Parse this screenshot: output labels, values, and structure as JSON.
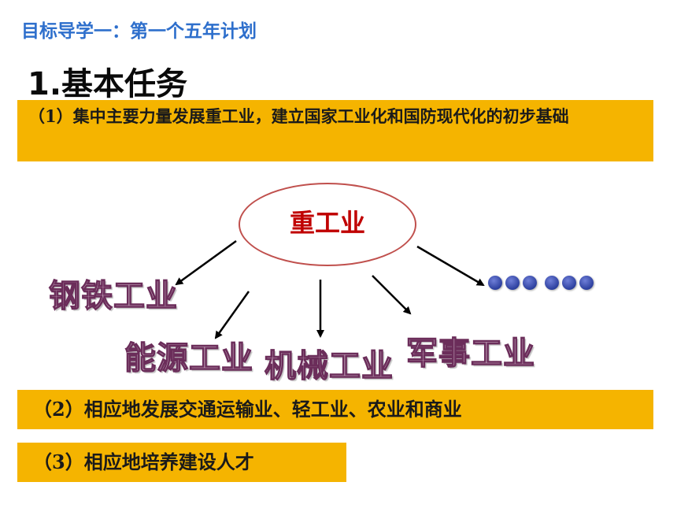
{
  "header": {
    "title": "目标导学一：第一个五年计划"
  },
  "section": {
    "title": "1.基本任务"
  },
  "tasks": [
    "（1）集中主要力量发展重工业，建立国家工业化和国防现代化的初步基础",
    "（2）相应地发展交通运输业、轻工业、农业和商业",
    "（3）相应地培养建设人才"
  ],
  "diagram": {
    "center": "重工业",
    "branches": [
      "钢铁工业",
      "能源工业",
      "机械工业",
      "军事工业"
    ],
    "more_marker_count": 6
  },
  "colors": {
    "header_blue": "#2e6fcc",
    "box_orange": "#f5b400",
    "center_red": "#c00000",
    "ellipse_border": "#c0504d",
    "dot_blue": "#2c3f9e"
  }
}
